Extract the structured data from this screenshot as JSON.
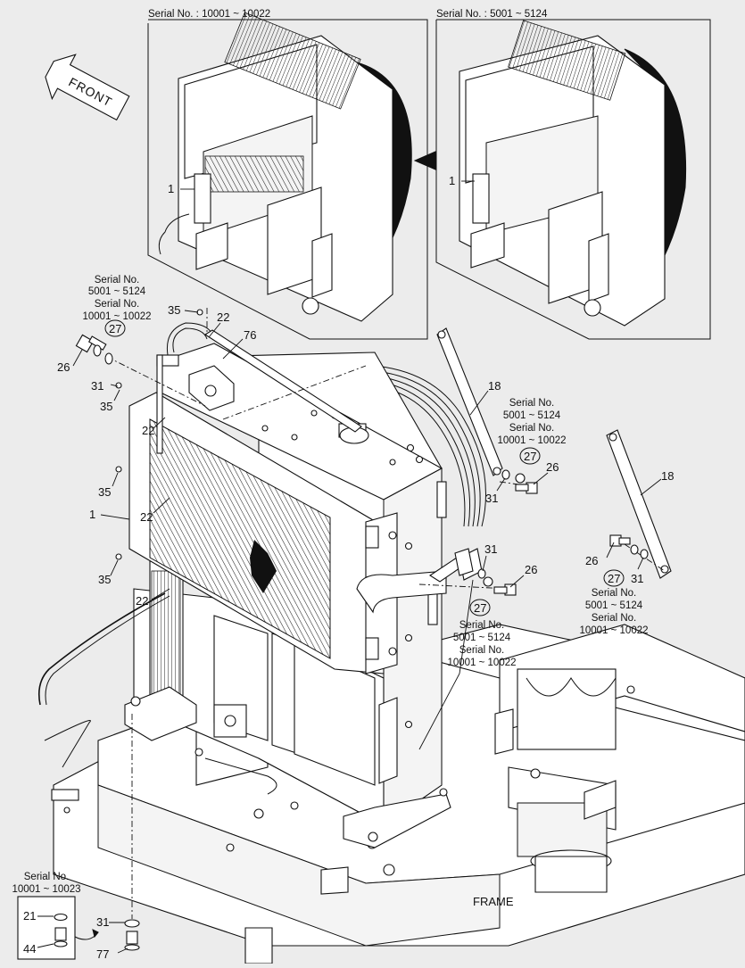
{
  "inset_left": {
    "serial": "Serial No. : 10001 ~ 10022",
    "part": "1"
  },
  "inset_right": {
    "serial": "Serial No. : 5001 ~ 5124",
    "part": "1"
  },
  "front_label": "FRONT",
  "frame_label": "FRAME",
  "serial_notes": {
    "top_left": [
      "Serial No.",
      "5001 ~ 5124",
      "Serial No.",
      "10001 ~ 10022"
    ],
    "mid_right": [
      "Serial No.",
      "5001 ~ 5124",
      "Serial No.",
      "10001 ~ 10022"
    ],
    "far_right": [
      "Serial No.",
      "5001 ~ 5124",
      "Serial No.",
      "10001 ~ 10022"
    ],
    "mid_center": [
      "Serial No.",
      "5001 ~ 5124",
      "Serial No.",
      "10001 ~ 10022"
    ],
    "bottom_box": [
      "Serial No.",
      "10001 ~ 10023"
    ]
  },
  "callouts": {
    "p1": "1",
    "p18a": "18",
    "p18b": "18",
    "p21": "21",
    "p22a": "22",
    "p22b": "22",
    "p22c": "22",
    "p22d": "22",
    "p26a": "26",
    "p26b": "26",
    "p26c": "26",
    "p27a": "27",
    "p27b": "27",
    "p27c": "27",
    "p27d": "27",
    "p31a": "31",
    "p31b": "31",
    "p31c": "31",
    "p31d": "31",
    "p31e": "31",
    "p35a": "35",
    "p35b": "35",
    "p35c": "35",
    "p35d": "35",
    "p44": "44",
    "p76": "76",
    "p77": "77"
  }
}
